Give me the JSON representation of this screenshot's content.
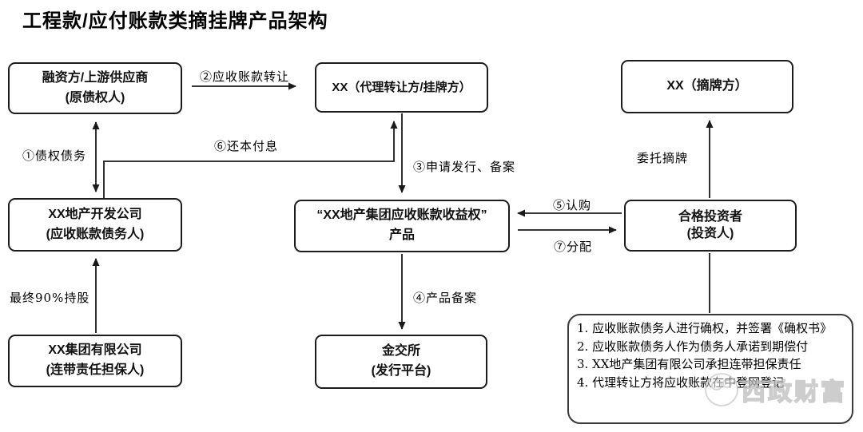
{
  "title": "工程款/应付账款类摘挂牌产品架构",
  "boxes": {
    "financier": {
      "line1": "融资方/上游供应商",
      "line2": "(原债权人)"
    },
    "agent": {
      "line1": "XX（代理转让方/挂牌方）"
    },
    "delister": {
      "line1": "XX（摘牌方）"
    },
    "developer": {
      "line1": "XX地产开发公司",
      "line2": "(应收账款债务人)"
    },
    "product": {
      "line1": "“XX地产集团应收账款收益权”",
      "line2": "产品"
    },
    "investor": {
      "line1": "合格投资者",
      "line2": "(投资人)"
    },
    "group": {
      "line1": "XX集团有限公司",
      "line2": "(连带责任担保人)"
    },
    "exchange": {
      "line1": "金交所",
      "line2": "(发行平台)"
    },
    "notes": {
      "items": [
        "1. 应收账款债务人进行确权，并签署《确权书》",
        "2. 应收账款债务人作为债务人承诺到期偿付",
        "3. XX地产集团有限公司承担连带担保责任",
        "4. 代理转让方将应收账款在中登网登记"
      ]
    }
  },
  "labels": {
    "step1": "①债权债务",
    "step2": "②应收账款转让",
    "step3": "③申请发行、备案",
    "step4": "④产品备案",
    "step5": "⑤认购",
    "step6": "⑥还本付息",
    "step7": "⑦分配",
    "entrust": "委托摘牌",
    "holding": "最终90%持股"
  },
  "watermark": {
    "text": "西政财富",
    "icon": "wechat-bubbles-icon",
    "color": "#bdbdbd"
  },
  "line_color": "#1a1a1a"
}
